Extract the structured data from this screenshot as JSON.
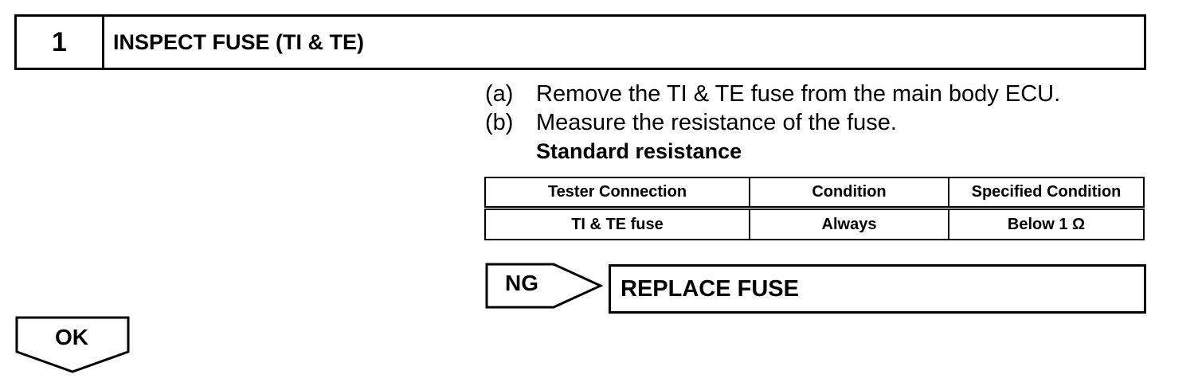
{
  "step": {
    "number": "1",
    "title": "INSPECT FUSE (TI & TE)"
  },
  "instructions": [
    {
      "marker": "(a)",
      "text": "Remove the TI & TE fuse from the main body ECU."
    },
    {
      "marker": "(b)",
      "text": "Measure the resistance of the fuse."
    }
  ],
  "standard_label": "Standard resistance",
  "table": {
    "headers": [
      "Tester Connection",
      "Condition",
      "Specified Condition"
    ],
    "rows": [
      [
        "TI & TE fuse",
        "Always",
        "Below 1 Ω"
      ]
    ]
  },
  "ng": {
    "label": "NG",
    "action": "REPLACE FUSE"
  },
  "ok": {
    "label": "OK"
  }
}
